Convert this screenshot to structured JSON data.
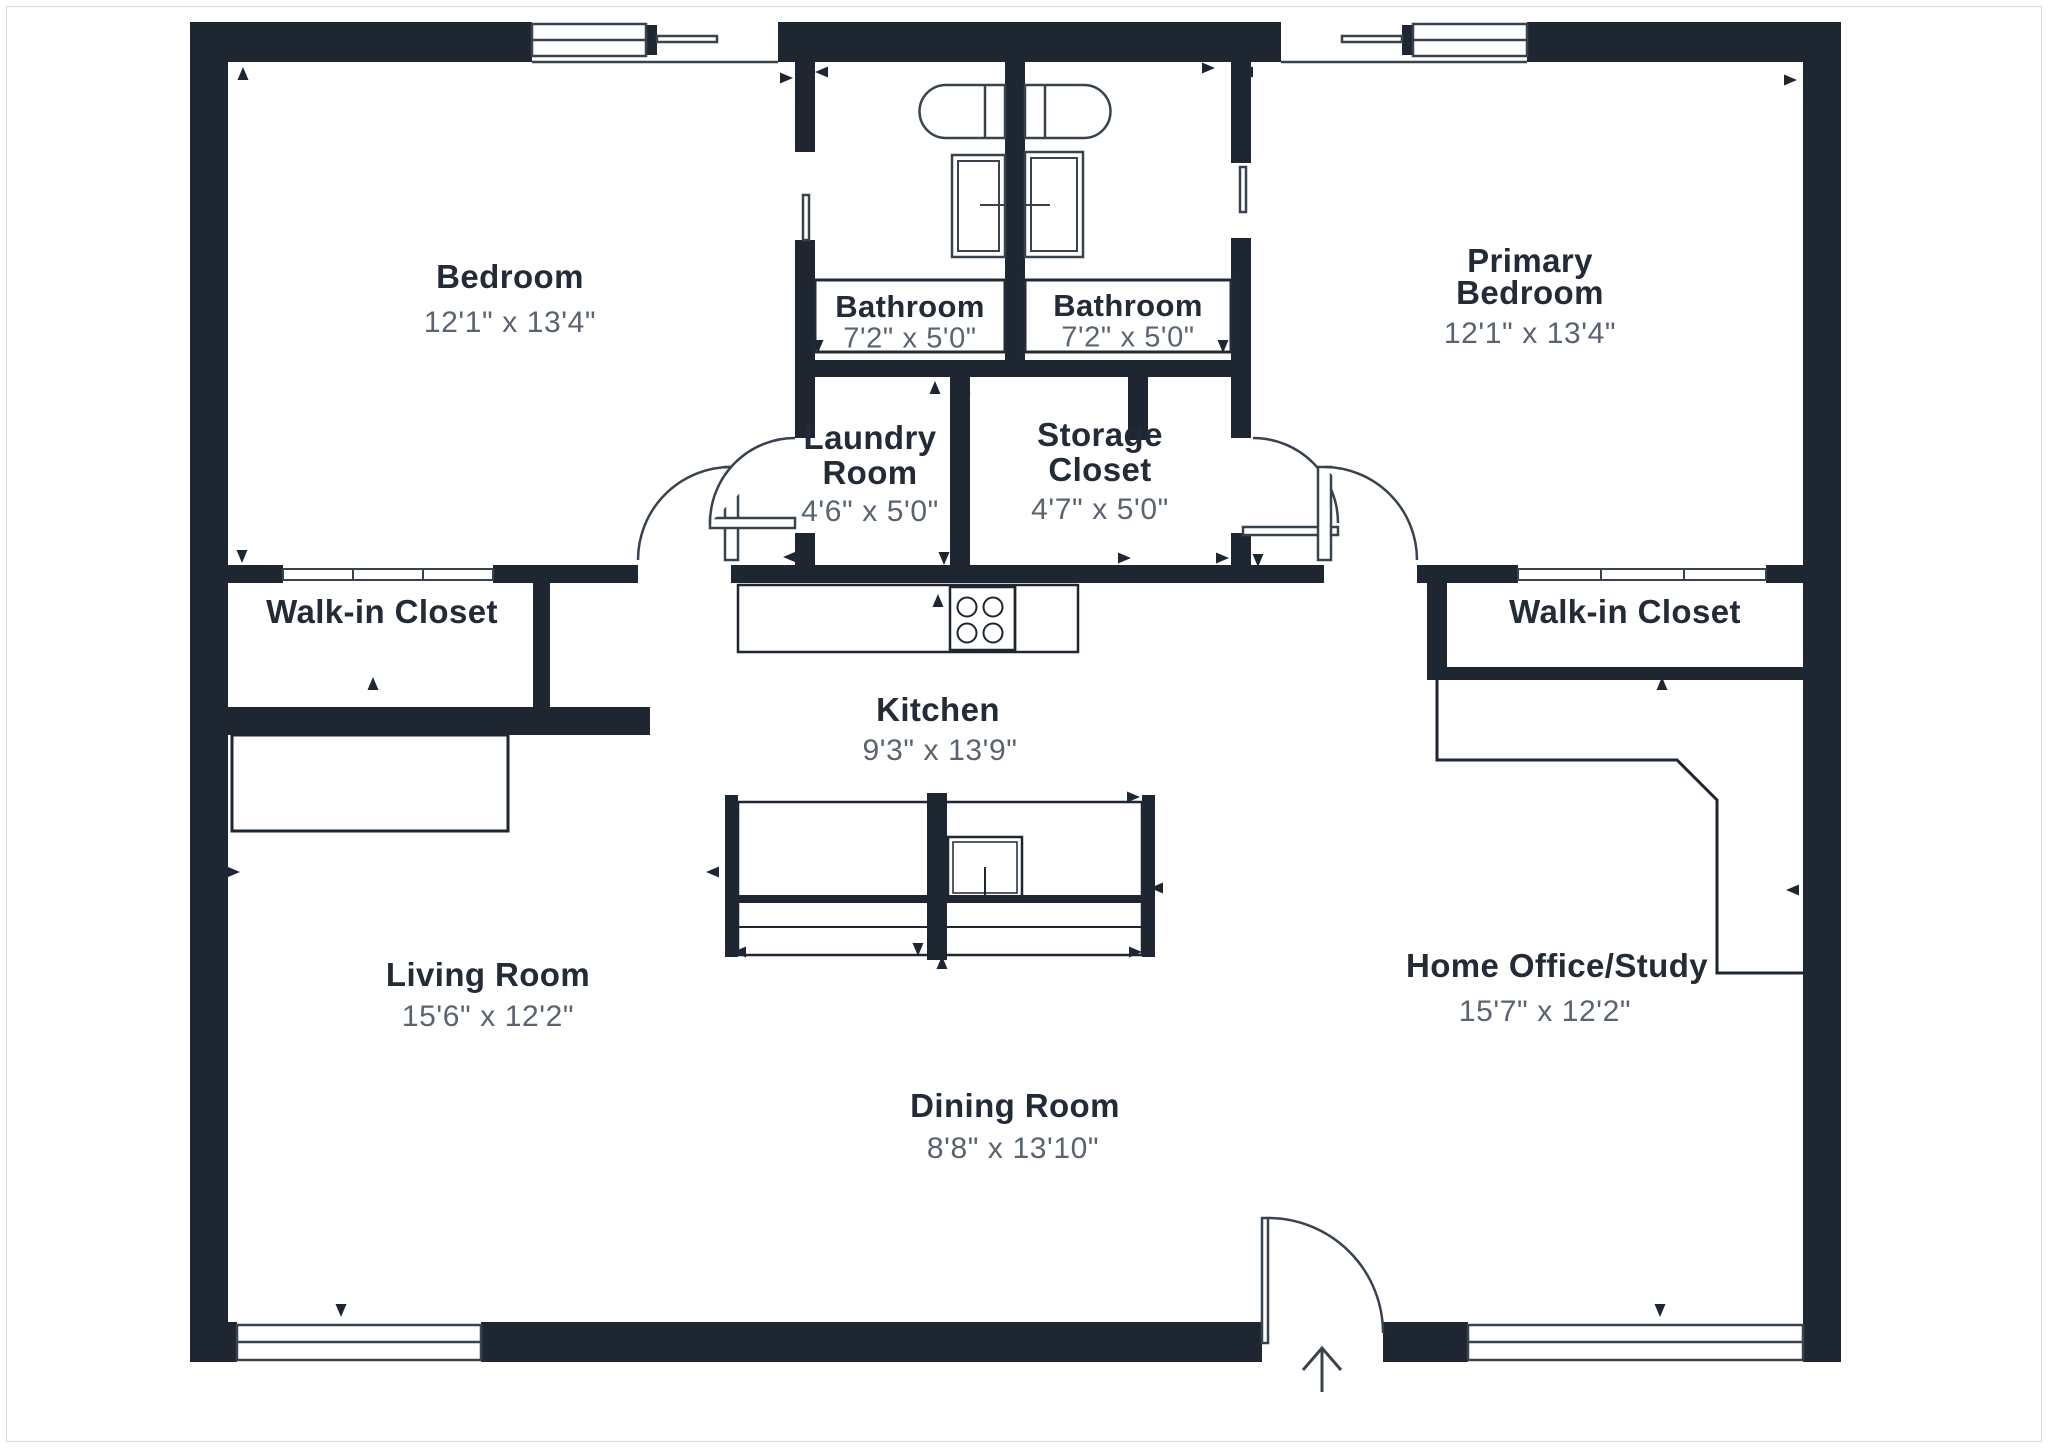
{
  "colors": {
    "wall": "#1e2731",
    "thin_line": "#39434e",
    "room_name_text": "#222b36",
    "room_dims_text": "#5a6370"
  },
  "rooms": {
    "bedroom": {
      "name": "Bedroom",
      "dims": "12'1\" x 13'4\""
    },
    "bathroom1": {
      "name": "Bathroom",
      "dims": "7'2\" x 5'0\""
    },
    "bathroom2": {
      "name": "Bathroom",
      "dims": "7'2\" x 5'0\""
    },
    "primary_bedroom": {
      "name_line1": "Primary",
      "name_line2": "Bedroom",
      "dims": "12'1\" x 13'4\""
    },
    "laundry_room": {
      "name_line1": "Laundry",
      "name_line2": "Room",
      "dims": "4'6\" x 5'0\""
    },
    "storage_closet": {
      "name_line1": "Storage",
      "name_line2": "Closet",
      "dims": "4'7\" x 5'0\""
    },
    "walk_in_closet_left": {
      "name": "Walk-in Closet"
    },
    "walk_in_closet_right": {
      "name": "Walk-in Closet"
    },
    "kitchen": {
      "name": "Kitchen",
      "dims": "9'3\" x 13'9\""
    },
    "living_room": {
      "name": "Living Room",
      "dims": "15'6\" x 12'2\""
    },
    "home_office": {
      "name": "Home Office/Study",
      "dims": "15'7\" x 12'2\""
    },
    "dining_room": {
      "name": "Dining Room",
      "dims": "8'8\" x 13'10\""
    }
  }
}
